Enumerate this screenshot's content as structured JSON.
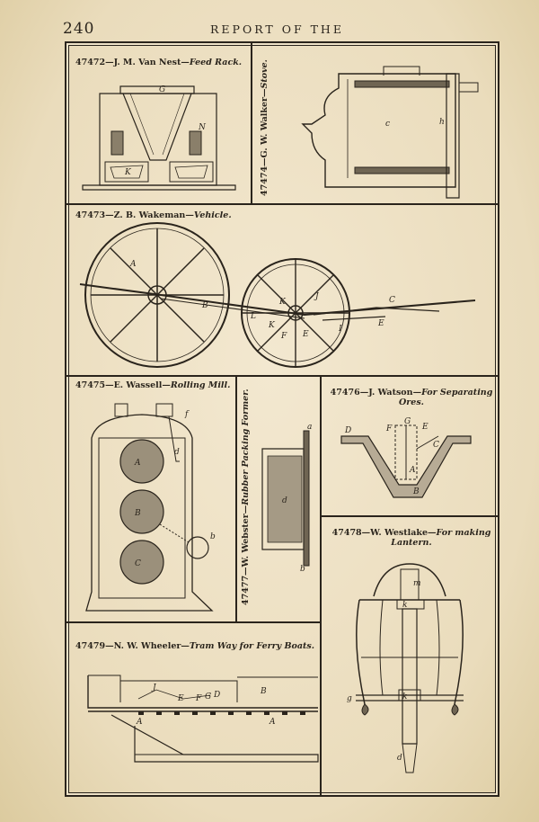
{
  "header": {
    "page_number": "240",
    "running_title": "REPORT OF THE"
  },
  "patents": [
    {
      "number": "47472",
      "inventor": "J. M. Van Nest",
      "title": "Feed Rack."
    },
    {
      "number": "47474",
      "inventor": "G. W. Walker",
      "title": "Stove."
    },
    {
      "number": "47473",
      "inventor": "Z. B. Wakeman",
      "title": "Vehicle."
    },
    {
      "number": "47475",
      "inventor": "E. Wassell",
      "title": "Rolling Mill."
    },
    {
      "number": "47477",
      "inventor": "W. Webster",
      "title": "Rubber Packing Former."
    },
    {
      "number": "47476",
      "inventor": "J. Watson",
      "title": "For Separating Ores."
    },
    {
      "number": "47478",
      "inventor": "W. Westlake",
      "title": "For making Lantern."
    },
    {
      "number": "47479",
      "inventor": "N. W. Wheeler",
      "title": "Tram Way for Ferry Boats."
    }
  ],
  "figure_letters": {
    "feed_rack": [
      "G",
      "N",
      "K"
    ],
    "stove": [
      "c",
      "h"
    ],
    "vehicle": [
      "A",
      "B",
      "K",
      "J",
      "C",
      "L",
      "K",
      "F",
      "E",
      "E",
      "I"
    ],
    "rolling_mill": [
      "f",
      "A",
      "d",
      "B",
      "b",
      "C"
    ],
    "packing_former": [
      "a",
      "d",
      "b"
    ],
    "ores": [
      "F",
      "G",
      "E",
      "D",
      "A",
      "C",
      "B"
    ],
    "lantern": [
      "m",
      "k",
      "g",
      "k",
      "d"
    ],
    "tramway": [
      "J",
      "E",
      "F",
      "G",
      "D",
      "B",
      "A",
      "A"
    ]
  }
}
